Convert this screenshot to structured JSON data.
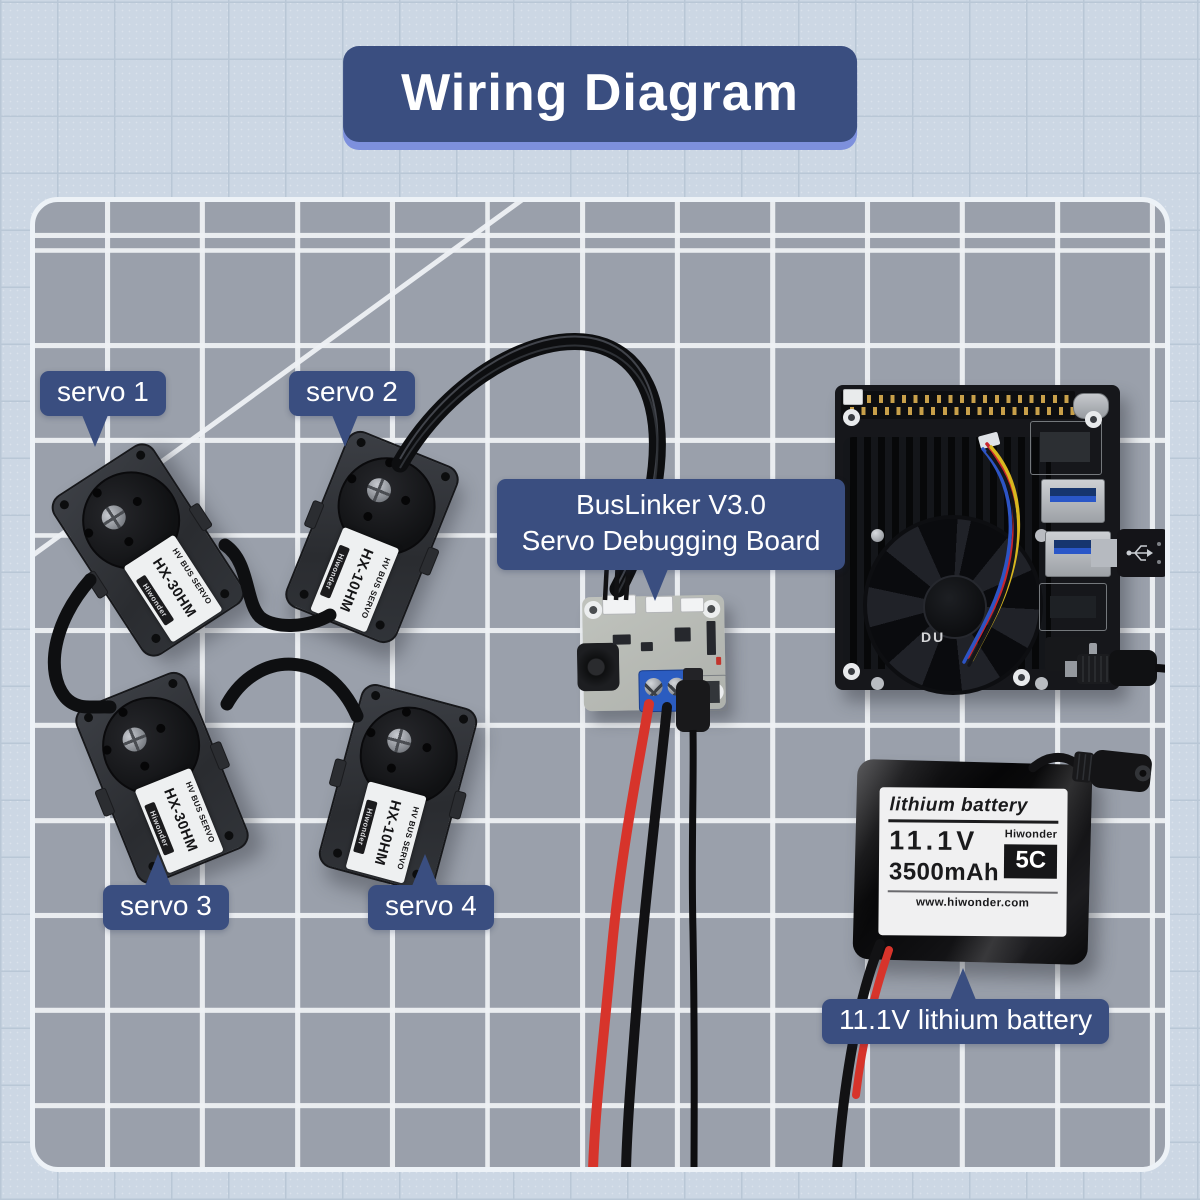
{
  "title": "Wiring Diagram",
  "callouts": {
    "servo1": "servo 1",
    "servo2": "servo 2",
    "servo3": "servo 3",
    "servo4": "servo 4",
    "buslinker_line1": "BusLinker V3.0",
    "buslinker_line2": "Servo Debugging Board",
    "battery": "11.1V lithium battery"
  },
  "servo_sticker": {
    "header": "HV BUS SERVO",
    "brand": "Hiwonder",
    "models": {
      "servo1": "HX-30HM",
      "servo2": "HX-10HM",
      "servo3": "HX-30HM",
      "servo4": "HX-10HM"
    }
  },
  "battery_label": {
    "product": "lithium battery",
    "voltage": "11.1V",
    "brand": "Hiwonder",
    "capacity": "3500mAh",
    "c_rating": "5C",
    "website": "www.hiwonder.com"
  },
  "sbc": {
    "logo": "DU"
  },
  "colors": {
    "accent_blue": "#3a4e80",
    "accent_blue_edge": "#7d90dd",
    "page_background": "#ccd7e4",
    "mat_gray": "#9aa0ab",
    "mat_grid_line": "#eef1f4",
    "wire_red": "#d7342b",
    "wire_black": "#121214",
    "terminal_blue": "#2b5cc0"
  }
}
